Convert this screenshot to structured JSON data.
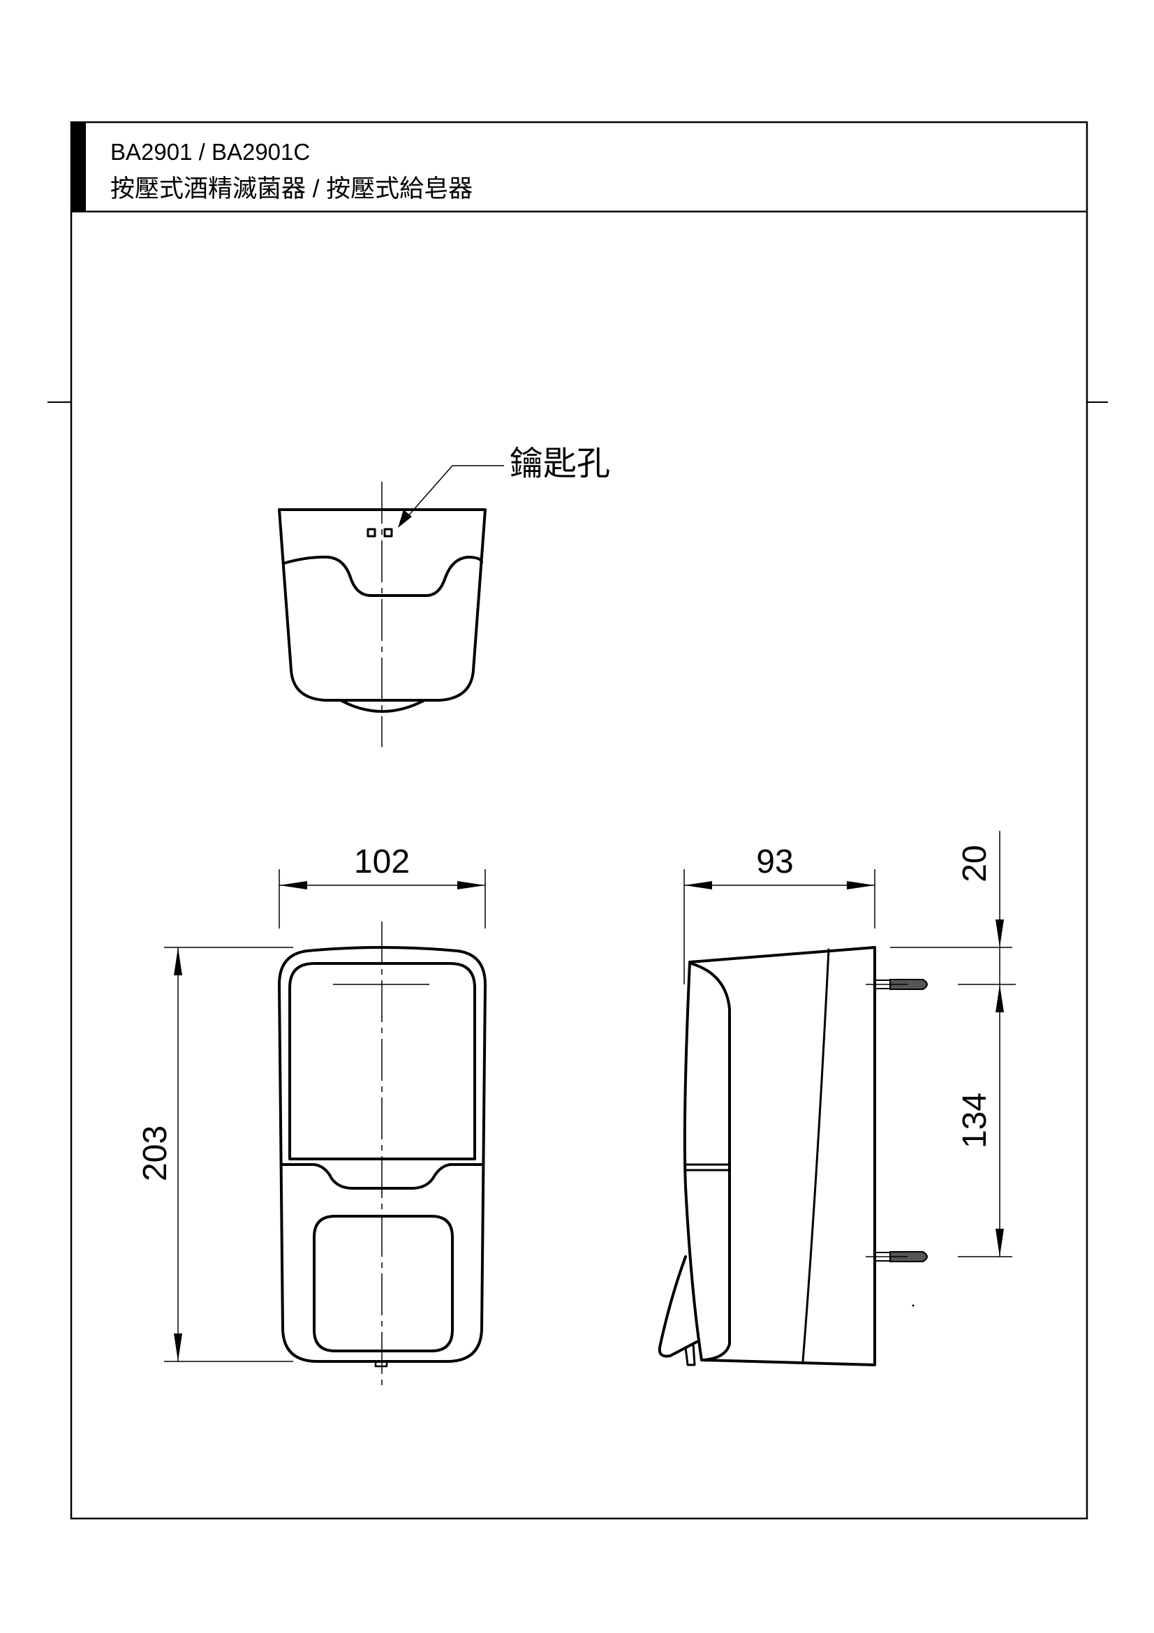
{
  "header": {
    "model": "BA2901 / BA2901C",
    "product_name": "按壓式酒精滅菌器 / 按壓式給皂器"
  },
  "annotations": {
    "keyhole_label": "鑰匙孔"
  },
  "dimensions": {
    "width": "102",
    "depth": "93",
    "height": "203",
    "top_to_first_hole": "20",
    "hole_spacing": "134"
  },
  "colors": {
    "line": "#000000",
    "background": "#ffffff"
  }
}
